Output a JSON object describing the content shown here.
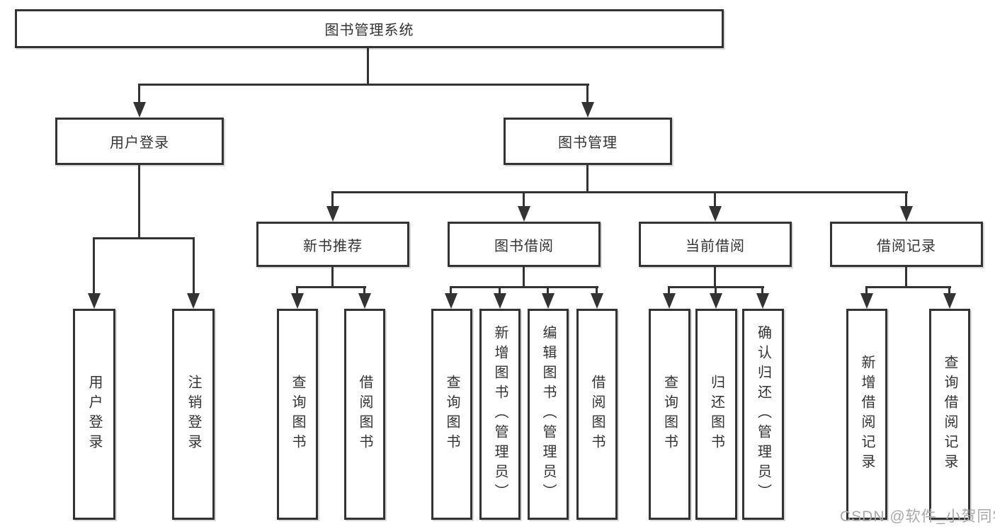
{
  "diagram_title": "图书管理系统",
  "tree": {
    "root": {
      "label": "图书管理系统"
    },
    "branches": [
      {
        "label": "用户登录",
        "children": [
          {
            "label": "用户登录"
          },
          {
            "label": "注销登录"
          }
        ]
      },
      {
        "label": "图书管理",
        "children": [
          {
            "label": "新书推荐",
            "children": [
              {
                "label": "查询图书"
              },
              {
                "label": "借阅图书"
              }
            ]
          },
          {
            "label": "图书借阅",
            "children": [
              {
                "label": "查询图书"
              },
              {
                "label": "新增图书（管理员）"
              },
              {
                "label": "编辑图书（管理员）"
              },
              {
                "label": "借阅图书"
              }
            ]
          },
          {
            "label": "当前借阅",
            "children": [
              {
                "label": "查询图书"
              },
              {
                "label": "归还图书"
              },
              {
                "label": "确认归还（管理员）"
              }
            ]
          },
          {
            "label": "借阅记录",
            "children": [
              {
                "label": "新增借阅记录"
              },
              {
                "label": "查询借阅记录"
              }
            ]
          }
        ]
      }
    ]
  },
  "watermark": {
    "text": "CSDN @软件_小贺同学"
  },
  "colors": {
    "line": "#333333",
    "text": "#333333",
    "background": "#ffffff",
    "watermark": "#a8a8a8"
  }
}
